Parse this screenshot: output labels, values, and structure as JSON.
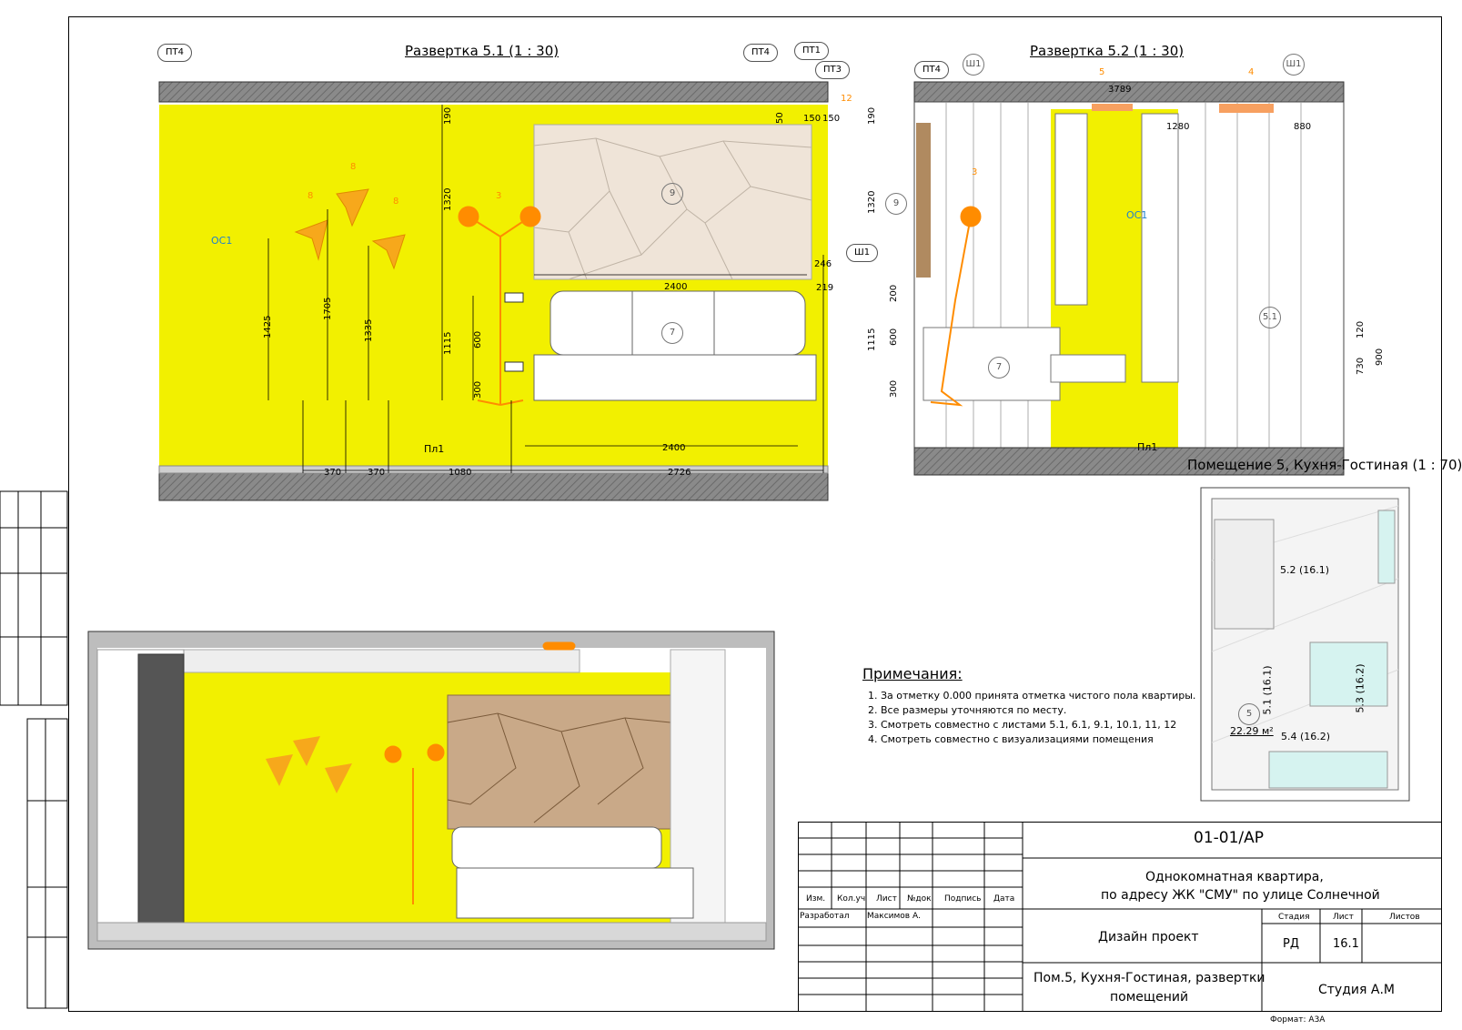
{
  "sheet": {
    "code": "01-01/АР",
    "project_line1": "Однокомнатная квартира,",
    "project_line2": "по адресу ЖК \"СМУ\" по улице Солнечной",
    "design": "Дизайн проект",
    "sheet_title_line1": "Пом.5, Кухня-Гостиная, развертки",
    "sheet_title_line2": "помещений",
    "studio": "Студия А.М",
    "format": "Формат: А3А"
  },
  "title_block": {
    "headers": [
      "Изм.",
      "Кол.уч",
      "Лист",
      "№док.",
      "Подпись",
      "Дата"
    ],
    "developed_label": "Разработал",
    "developer": "Максимов А.",
    "stage_label": "Стадия",
    "sheet_label": "Лист",
    "sheets_label": "Листов",
    "stage": "РД",
    "sheet_no": "16.1"
  },
  "elev1": {
    "title": "Развертка 5.1 (1 : 30)",
    "tags": [
      "ПТ4",
      "ПТ4",
      "ПТ1",
      "ПТ3",
      "Ш1"
    ],
    "wall_label": "ОС1",
    "floor_label": "Пл1",
    "items": [
      "8",
      "8",
      "8",
      "3",
      "9",
      "7",
      "12"
    ],
    "dims": {
      "d190": "190",
      "d1320": "1320",
      "d1115": "1115",
      "d1425": "1425",
      "d1705": "1705",
      "d1335": "1335",
      "d600": "600",
      "d300": "300",
      "d2400a": "2400",
      "d2400b": "2400",
      "d370a": "370",
      "d370b": "370",
      "d1080": "1080",
      "d2726": "2726",
      "d50": "50",
      "d150a": "150",
      "d150b": "150",
      "d246": "246",
      "d219": "219"
    }
  },
  "elev2": {
    "title": "Развертка 5.2 (1 : 30)",
    "tags": [
      "ПТ4",
      "Ш1",
      "Ш1"
    ],
    "wall_label": "ОС1",
    "floor_label": "Пл1",
    "items": [
      "5",
      "4",
      "3",
      "9",
      "7",
      "5.1"
    ],
    "dims": {
      "d3789": "3789",
      "d1280": "1280",
      "d880": "880",
      "d190": "190",
      "d1320": "1320",
      "d200": "200",
      "d1115": "1115",
      "d600": "600",
      "d300": "300",
      "d120": "120",
      "d730": "730",
      "d900": "900"
    }
  },
  "plan": {
    "title": "Помещение 5, Кухня-Гостиная (1 : 70)",
    "views": [
      "5.2 (16.1)",
      "5.1 (16.1)",
      "5.3 (16.2)",
      "5.4 (16.2)"
    ],
    "room_no": "5",
    "area": "22.29 м²"
  },
  "notes": {
    "title": "Примечания:",
    "items": [
      "За отметку 0.000 принята отметка чистого пола квартиры.",
      "Все размеры уточняются по месту.",
      "Смотреть совместно с листами 5.1, 6.1, 9.1, 10.1, 11, 12",
      "Смотреть совместно с визуализациями помещения"
    ]
  },
  "colors": {
    "wall": "#f2f000",
    "accent": "#ff8c00",
    "panel": "#efe4d8",
    "panel3d": "#c9a988"
  }
}
